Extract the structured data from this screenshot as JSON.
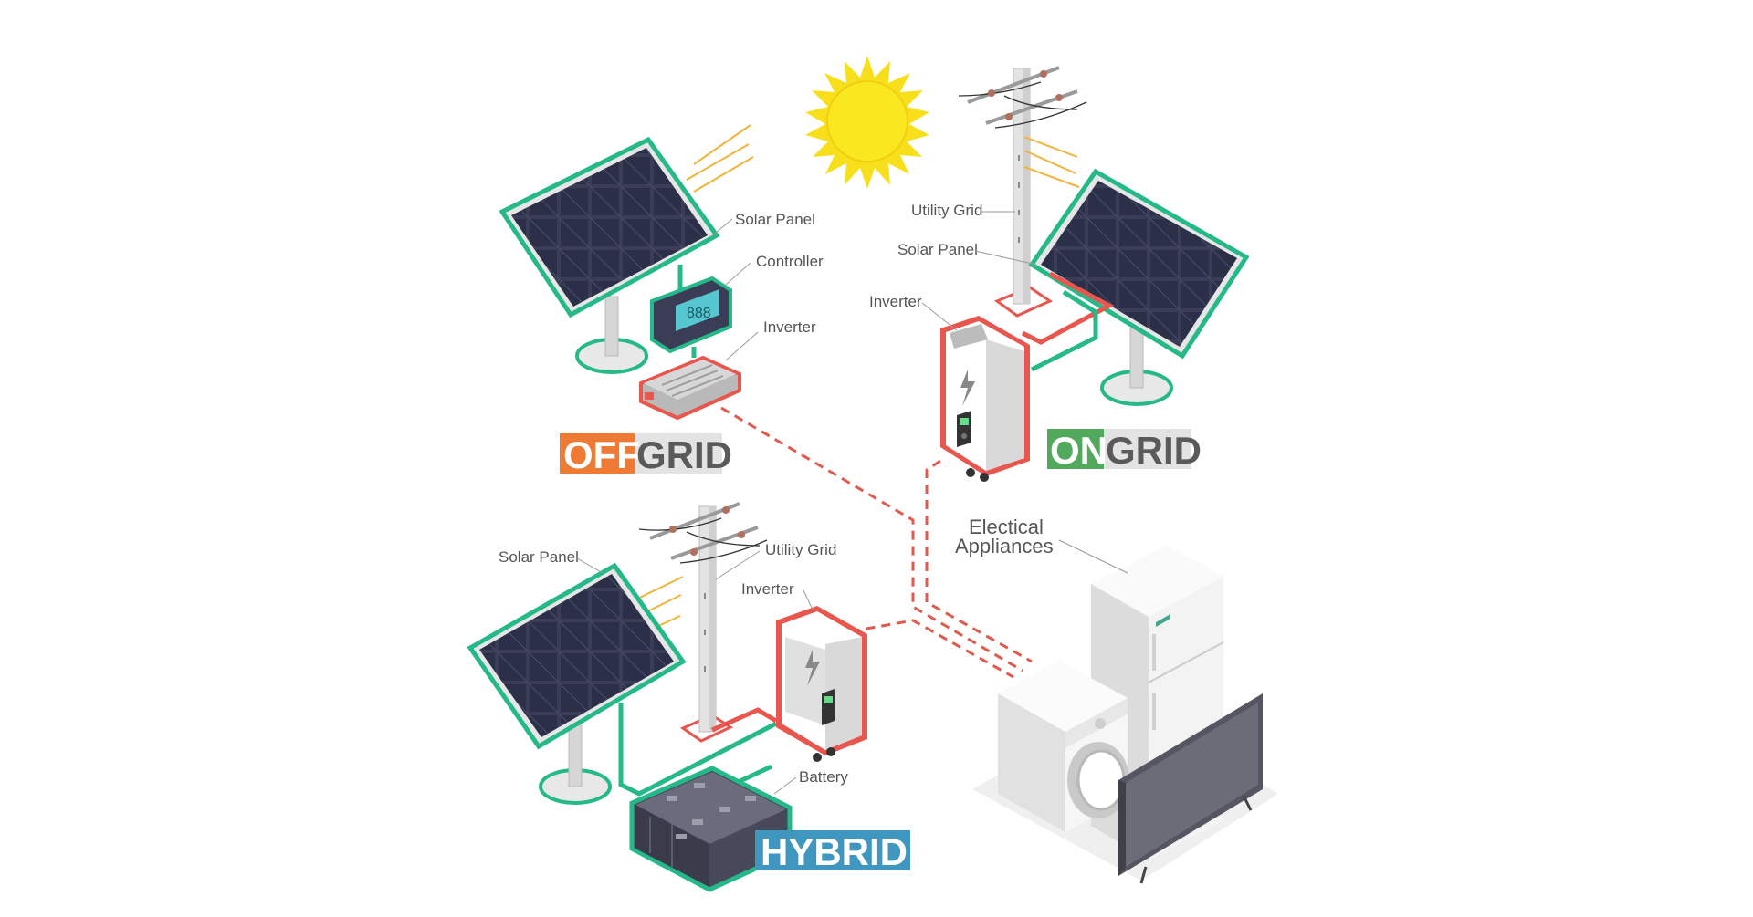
{
  "colors": {
    "cable": "#25b98a",
    "inverter_cable": "#e8564e",
    "sun": "#f7e01b",
    "off_badge": "#ef7a34",
    "on_badge": "#52a85c",
    "hybrid_badge": "#3f97bf",
    "grid_badge": "#e3e3e3"
  },
  "offgrid": {
    "label_a": "OFF",
    "label_b": "GRID",
    "solar_panel": "Solar Panel",
    "controller": "Controller",
    "inverter": "Inverter"
  },
  "ongrid": {
    "label_a": "ON",
    "label_b": "GRID",
    "utility_grid": "Utility Grid",
    "solar_panel": "Solar Panel",
    "inverter": "Inverter"
  },
  "hybrid": {
    "label": "HYBRID",
    "solar_panel": "Solar Panel",
    "utility_grid": "Utility Grid",
    "inverter": "Inverter",
    "battery": "Battery"
  },
  "appliances": {
    "line1": "Electical",
    "line2": "Appliances"
  },
  "icons": [
    "sun-icon",
    "solar-panel-icon",
    "controller-icon",
    "inverter-icon",
    "utility-pole-icon",
    "battery-icon",
    "refrigerator-icon",
    "washing-machine-icon",
    "tv-icon"
  ]
}
